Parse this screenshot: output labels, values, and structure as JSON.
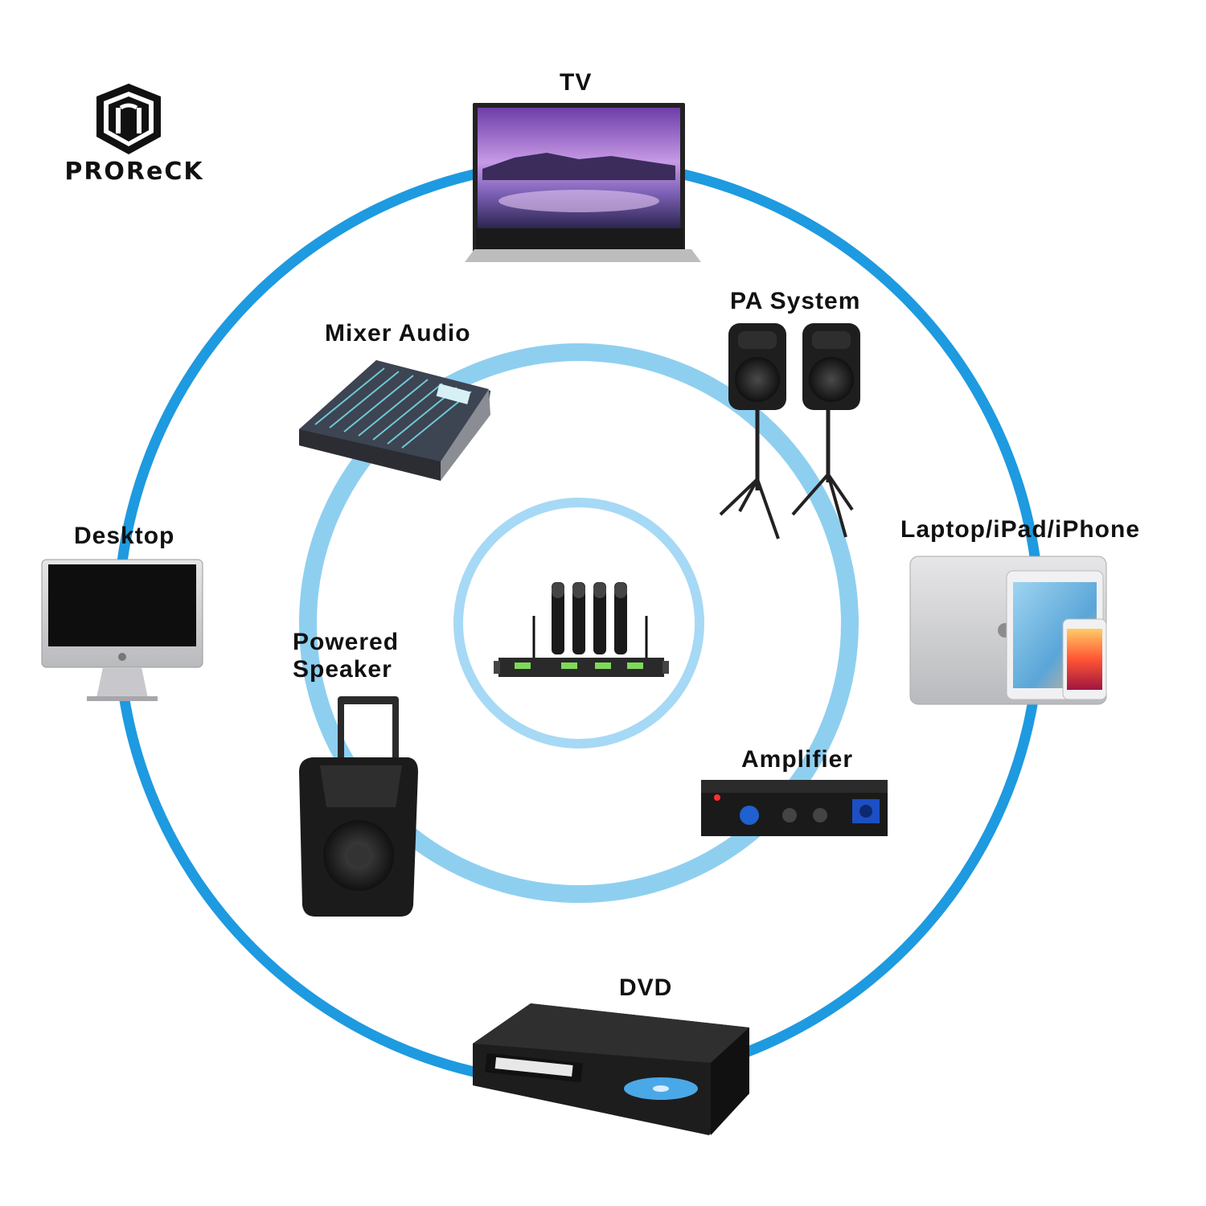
{
  "brand": {
    "logo_icon": "shield-monogram-icon",
    "name": "PROReCK"
  },
  "hub": {
    "device": "wireless-microphone-receiver-icon"
  },
  "colors": {
    "outer_ring": "#1e9ae0",
    "middle_ring": "#8ecff0",
    "inner_ring": "#a6d9f5",
    "label_text": "#111111"
  },
  "devices": [
    {
      "id": "tv",
      "label": "TV",
      "icon": "tv-icon"
    },
    {
      "id": "mixer",
      "label": "Mixer Audio",
      "icon": "audio-mixer-icon"
    },
    {
      "id": "pa",
      "label": "PA System",
      "icon": "pa-speakers-on-stands-icon"
    },
    {
      "id": "desktop",
      "label": "Desktop",
      "icon": "desktop-computer-icon"
    },
    {
      "id": "laptop",
      "label": "Laptop/iPad/iPhone",
      "icon": "laptop-tablet-phone-icon"
    },
    {
      "id": "powered",
      "label_lines": [
        "Powered",
        "Speaker"
      ],
      "icon": "powered-speaker-icon"
    },
    {
      "id": "amplifier",
      "label": "Amplifier",
      "icon": "amplifier-icon"
    },
    {
      "id": "dvd",
      "label": "DVD",
      "icon": "dvd-vcr-player-icon"
    }
  ]
}
